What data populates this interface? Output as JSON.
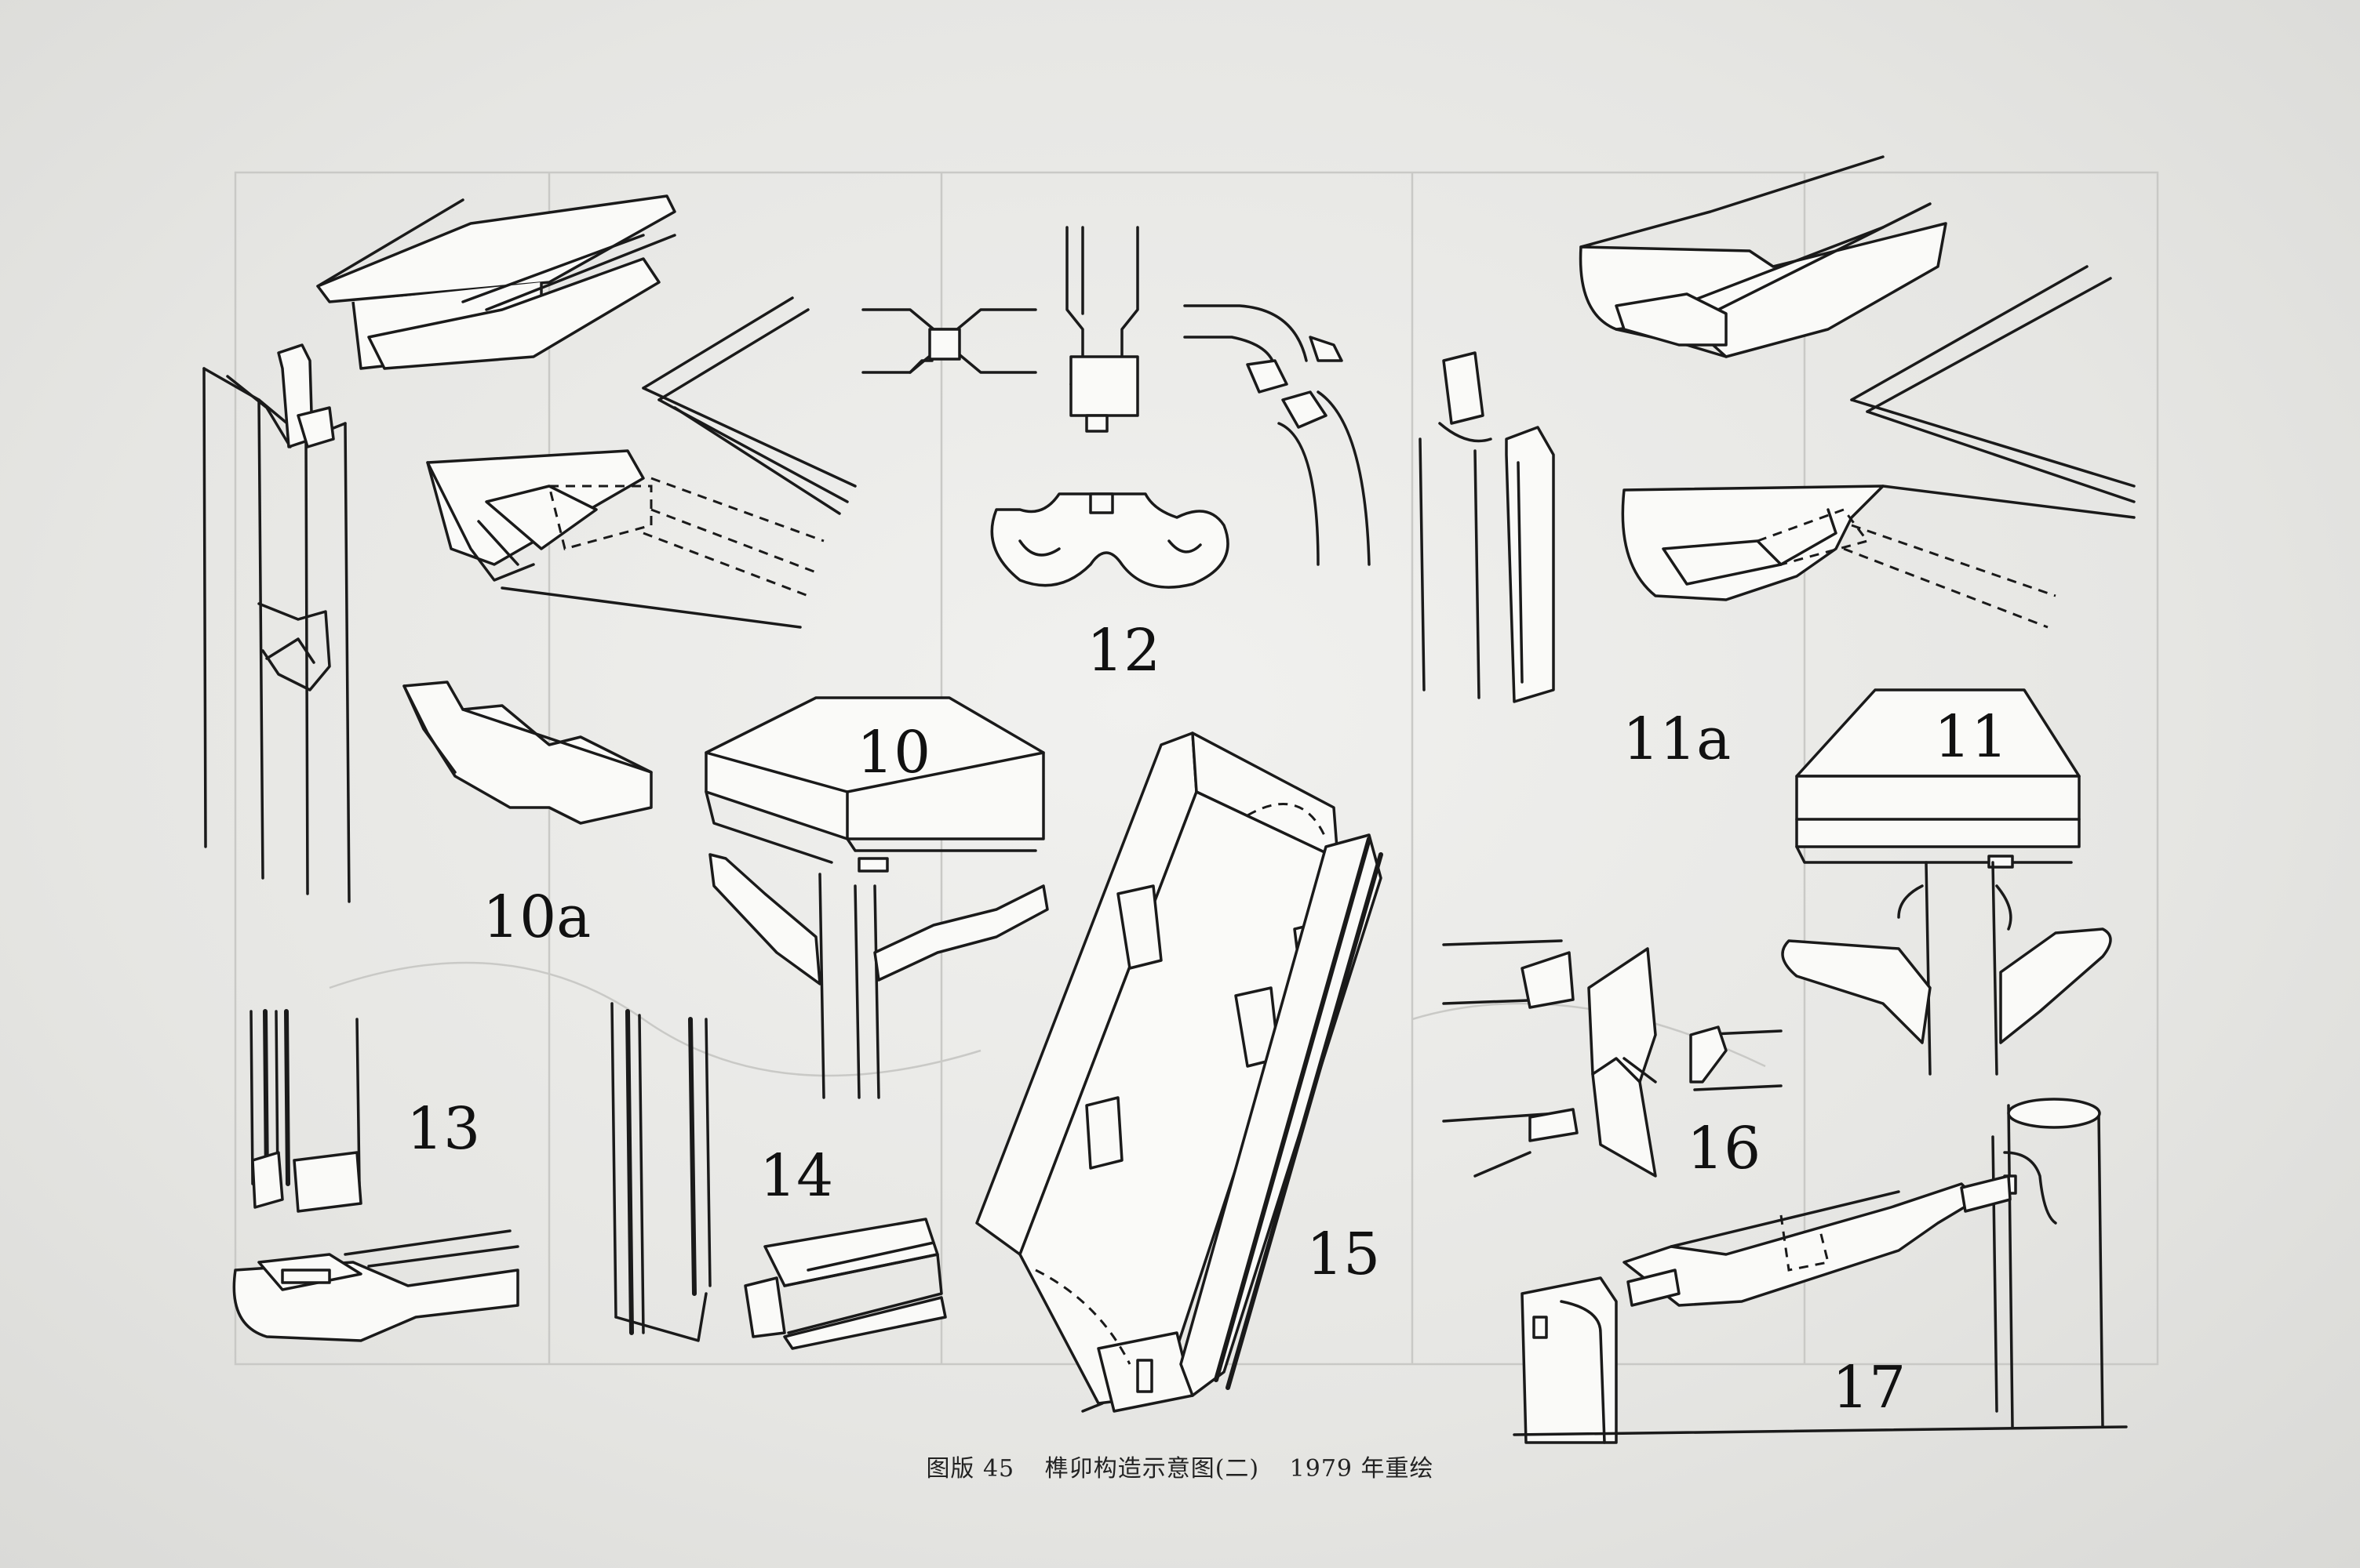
{
  "figure": {
    "labels": {
      "l10a": "10a",
      "l10": "10",
      "l12": "12",
      "l11a": "11a",
      "l11": "11",
      "l13": "13",
      "l14": "14",
      "l15": "15",
      "l16": "16",
      "l17": "17"
    },
    "caption": {
      "plate": "图版 45",
      "title": "榫卯构造示意图(二)",
      "note": "1979 年重绘"
    }
  }
}
